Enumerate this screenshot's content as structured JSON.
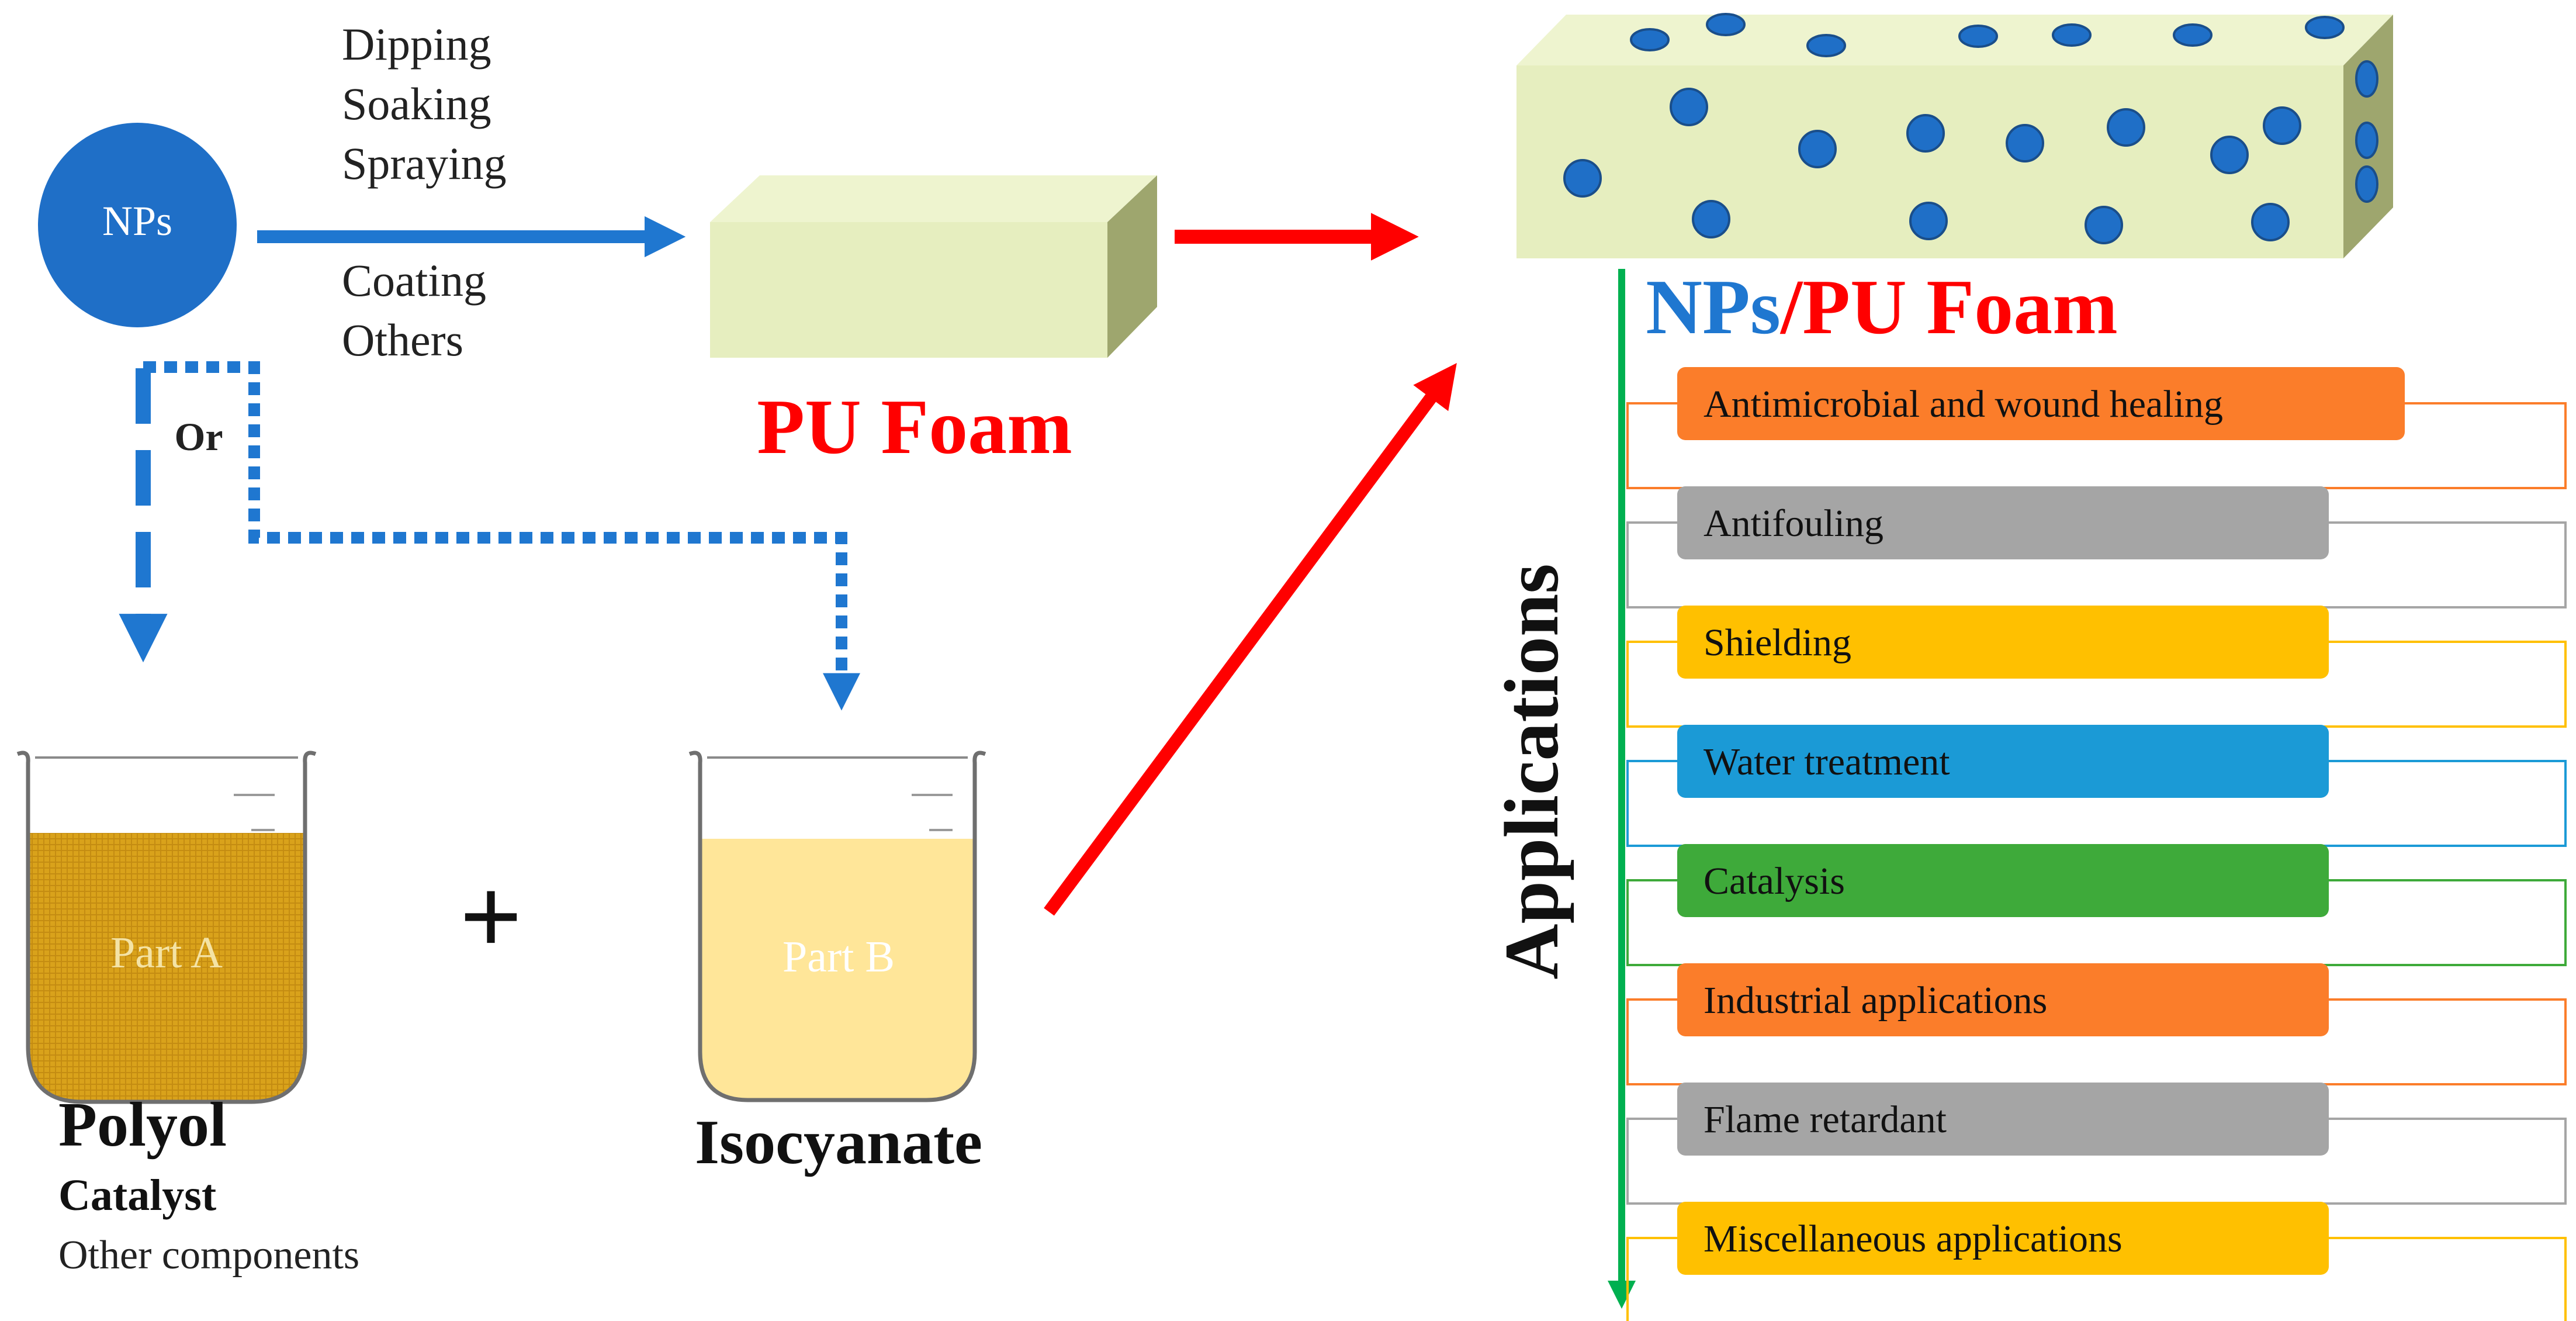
{
  "nps_label": "NPs",
  "methods_top": [
    "Dipping",
    "Soaking",
    "Spraying"
  ],
  "methods_bottom": [
    "Coating",
    "Others"
  ],
  "or_label": "Or",
  "pu_foam_label": "PU Foam",
  "beaker_a": {
    "label": "Part A",
    "title": "Polyol",
    "subtitle": "Catalyst",
    "note": "Other components"
  },
  "plus_sign": "+",
  "beaker_b": {
    "label": "Part B",
    "title": "Isocyanate"
  },
  "composite_title": {
    "nps": "NPs",
    "slash_pu": "/PU Foam"
  },
  "applications_heading": "Applications",
  "applications": [
    {
      "label": "Antimicrobial and wound healing",
      "color": "#FB7D2A"
    },
    {
      "label": "Antifouling",
      "color": "#A5A5A5"
    },
    {
      "label": "Shielding",
      "color": "#FFC000"
    },
    {
      "label": "Water treatment",
      "color": "#1B9AD6"
    },
    {
      "label": "Catalysis",
      "color": "#3EAA3A"
    },
    {
      "label": "Industrial applications",
      "color": "#FB7D2A"
    },
    {
      "label": "Flame retardant",
      "color": "#A5A5A5"
    },
    {
      "label": "Miscellaneous applications",
      "color": "#FFC000"
    }
  ],
  "colors": {
    "np_blue": "#1F6FC7",
    "arrow_blue": "#1F77D0",
    "red": "#FF0000",
    "green": "#00B050",
    "foam_front": "#E6EEBF",
    "foam_top": "#EEF4CF",
    "foam_side": "#9EA66E",
    "part_a_fill": "#D9A21B",
    "part_b_fill": "#FFE699"
  }
}
